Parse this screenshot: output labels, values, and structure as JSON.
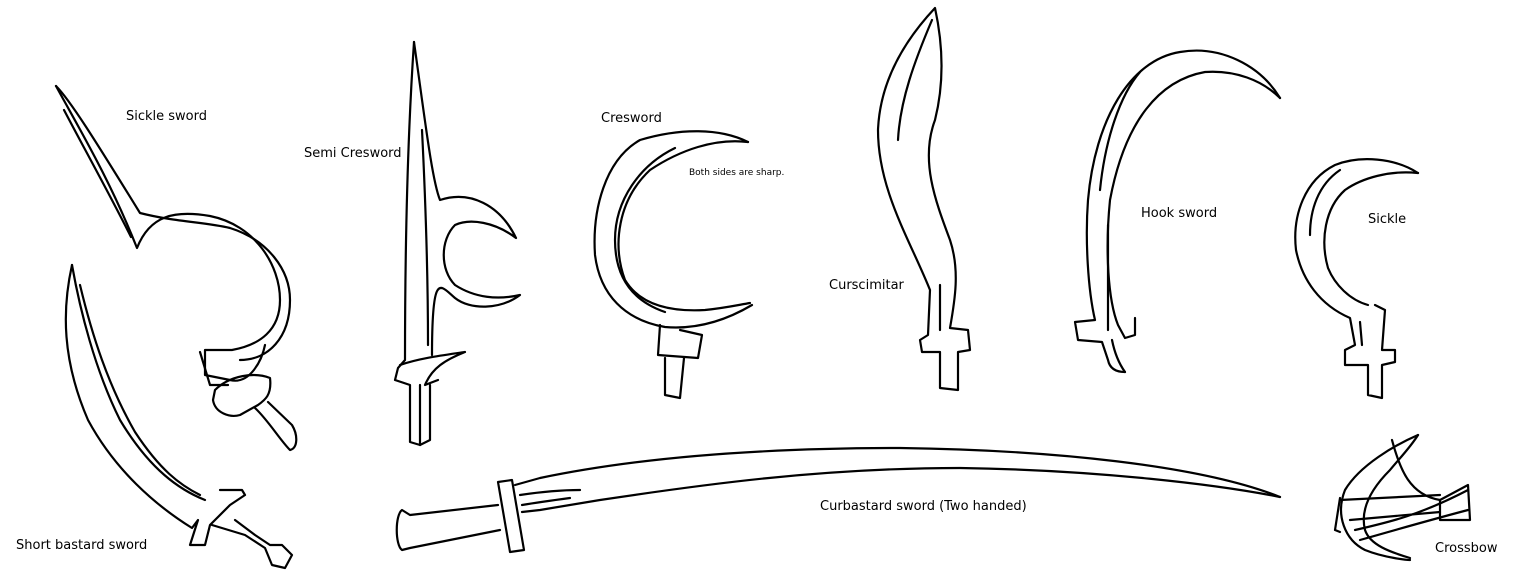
{
  "labels": {
    "sickle_sword": "Sickle sword",
    "semi_cresword": "Semi Cresword",
    "cresword": "Cresword",
    "cresword_note": "Both sides are sharp.",
    "curscimitar": "Curscimitar",
    "hook_sword": "Hook sword",
    "sickle": "Sickle",
    "short_bastard_sword": "Short bastard sword",
    "curbastard_sword": "Curbastard sword (Two handed)",
    "crossbow": "Crossbow"
  }
}
